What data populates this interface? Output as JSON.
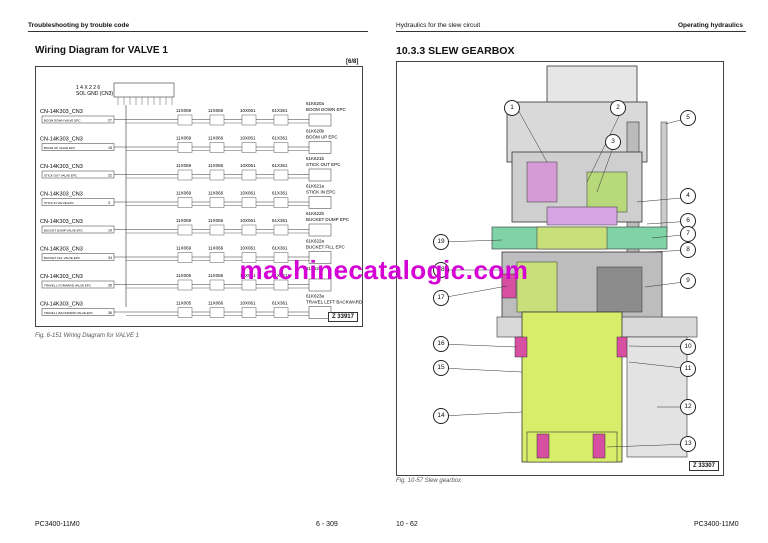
{
  "left_page": {
    "header": "Troubleshooting by trouble code",
    "title": "Wiring Diagram for VALVE 1",
    "sheet": "[6/8]",
    "figure": {
      "connector_top": "1 4 X 2 2 6",
      "connector_top2": "SOL GND (CN3)",
      "rows": [
        {
          "cn": "CN-14K303_CN3",
          "label": "BOOM DOWN VALVE EPC",
          "pin": "27",
          "c1": "11X069",
          "c2": "11X066",
          "c3": "10X061",
          "c4": "61X361",
          "epc_id": "61K620a",
          "epc_name": "BOOM DOWN EPC"
        },
        {
          "cn": "CN-14K303_CN3",
          "label": "BOOM UP VALVE EPC",
          "pin": "18",
          "c1": "11X069",
          "c2": "11X066",
          "c3": "10X061",
          "c4": "61X361",
          "epc_id": "61K620b",
          "epc_name": "BOOM UP EPC"
        },
        {
          "cn": "CN-14K303_CN3",
          "label": "STICK OUT VALVE EPC",
          "pin": "22",
          "c1": "11X069",
          "c2": "11X066",
          "c3": "10X061",
          "c4": "61X361",
          "epc_id": "61K621b",
          "epc_name": "STICK OUT EPC"
        },
        {
          "cn": "CN-14K303_CN3",
          "label": "STICK IN VALVE EPC",
          "pin": "3",
          "c1": "11X069",
          "c2": "11X066",
          "c3": "10X061",
          "c4": "61X361",
          "epc_id": "61K621a",
          "epc_name": "STICK IN EPC"
        },
        {
          "cn": "CN-14K303_CN3",
          "label": "BUCKET DUMP VALVE EPC",
          "pin": "19",
          "c1": "11X069",
          "c2": "11X066",
          "c3": "10X061",
          "c4": "61X361",
          "epc_id": "61K622b",
          "epc_name": "BUCKET DUMP EPC"
        },
        {
          "cn": "CN-14K303_CN3",
          "label": "BUCKET FILL VALVE EPC",
          "pin": "34",
          "c1": "11X069",
          "c2": "11X066",
          "c3": "10X061",
          "c4": "61X361",
          "epc_id": "61K622a",
          "epc_name": "BUCKET FILL EPC"
        },
        {
          "cn": "CN-14K303_CN3",
          "label": "TRAVEL L FORWARD VALVE EPC",
          "pin": "35",
          "c1": "11X005",
          "c2": "11X066",
          "c3": "10X061",
          "c4": "61X361",
          "epc_id": "61K623",
          "epc_name": ""
        },
        {
          "cn": "CN-14K303_CN3",
          "label": "TRAVEL L BACKWARD VALVE EPC",
          "pin": "36",
          "c1": "11X005",
          "c2": "11X066",
          "c3": "10X061",
          "c4": "61X361",
          "epc_id": "61K623a",
          "epc_name": "TRAVEL LEFT BACKWARD EPC"
        }
      ],
      "zref": "Z 33917"
    },
    "caption": "Fig. 6-151    Wiring Diagram for VALVE 1",
    "footer_left": "PC3400-11M0",
    "footer_page": "6  -  309"
  },
  "right_page": {
    "header_left": "Hydraulics for the slew circuit",
    "header_right": "Operating hydraulics",
    "title": "10.3.3  SLEW GEARBOX",
    "callouts": [
      "1",
      "2",
      "3",
      "4",
      "5",
      "6",
      "7",
      "8",
      "9",
      "10",
      "11",
      "12",
      "13",
      "14",
      "15",
      "16",
      "17",
      "18",
      "19"
    ],
    "zref": "Z 33307",
    "caption": "Fig. 10-57    Slew gearbox",
    "footer_page": "10  -  62",
    "footer_right": "PC3400-11M0"
  },
  "watermark": "machinecatalogic.com"
}
